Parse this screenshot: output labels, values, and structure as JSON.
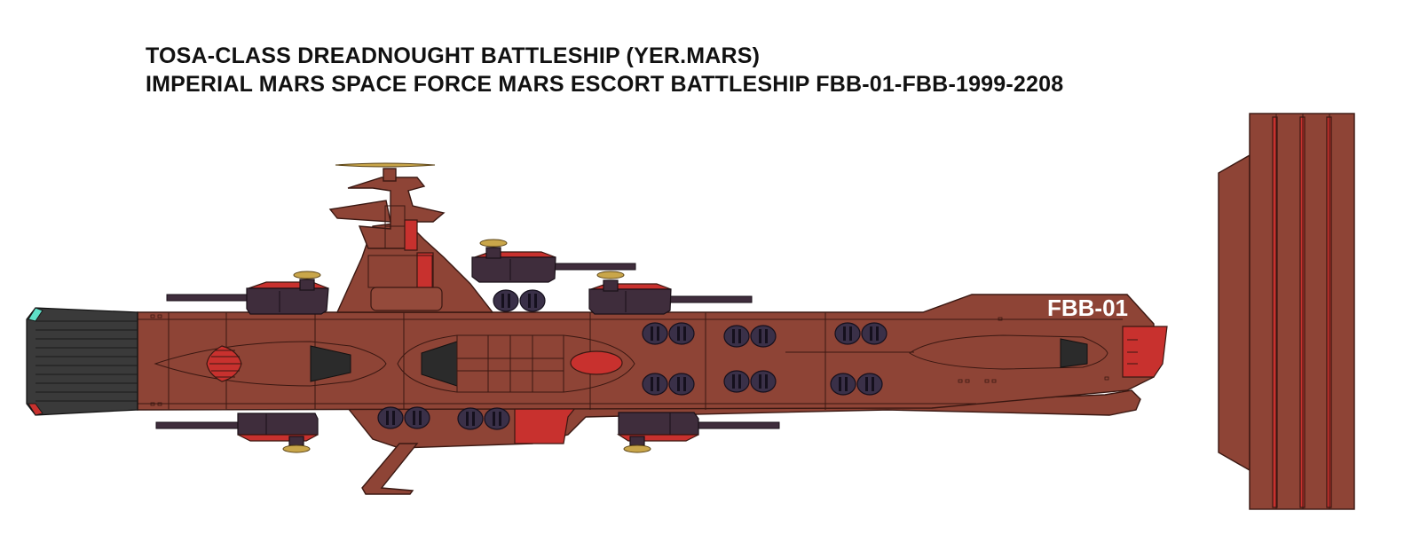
{
  "title_line1": "TOSA-CLASS DREADNOUGHT BATTLESHIP (YER.MARS)",
  "title_line2": "IMPERIAL MARS SPACE FORCE MARS ESCORT BATTLESHIP FBB-01-FBB-1999-2208",
  "hull_number": "FBB-01",
  "colors": {
    "hull": "#8e4436",
    "accent_red": "#c8312e",
    "turret": "#3f2d3c",
    "gold": "#c9a64a",
    "exhaust": "#3a3a3a",
    "background": "#ffffff"
  }
}
